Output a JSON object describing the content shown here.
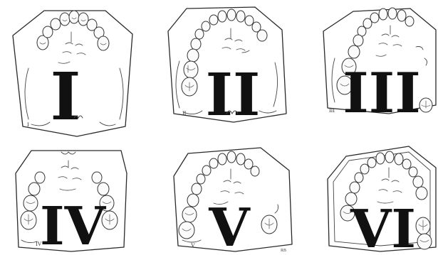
{
  "casts": [
    {
      "id": "class-1",
      "numeral": "I",
      "small_label": "I"
    },
    {
      "id": "class-2",
      "numeral": "II",
      "small_label": "II"
    },
    {
      "id": "class-3",
      "numeral": "III",
      "small_label": "III"
    },
    {
      "id": "class-4",
      "numeral": "IV",
      "small_label": "IV"
    },
    {
      "id": "class-5",
      "numeral": "V",
      "small_label": "V"
    },
    {
      "id": "class-6",
      "numeral": "VI",
      "small_label": ""
    }
  ],
  "signature": "RB"
}
